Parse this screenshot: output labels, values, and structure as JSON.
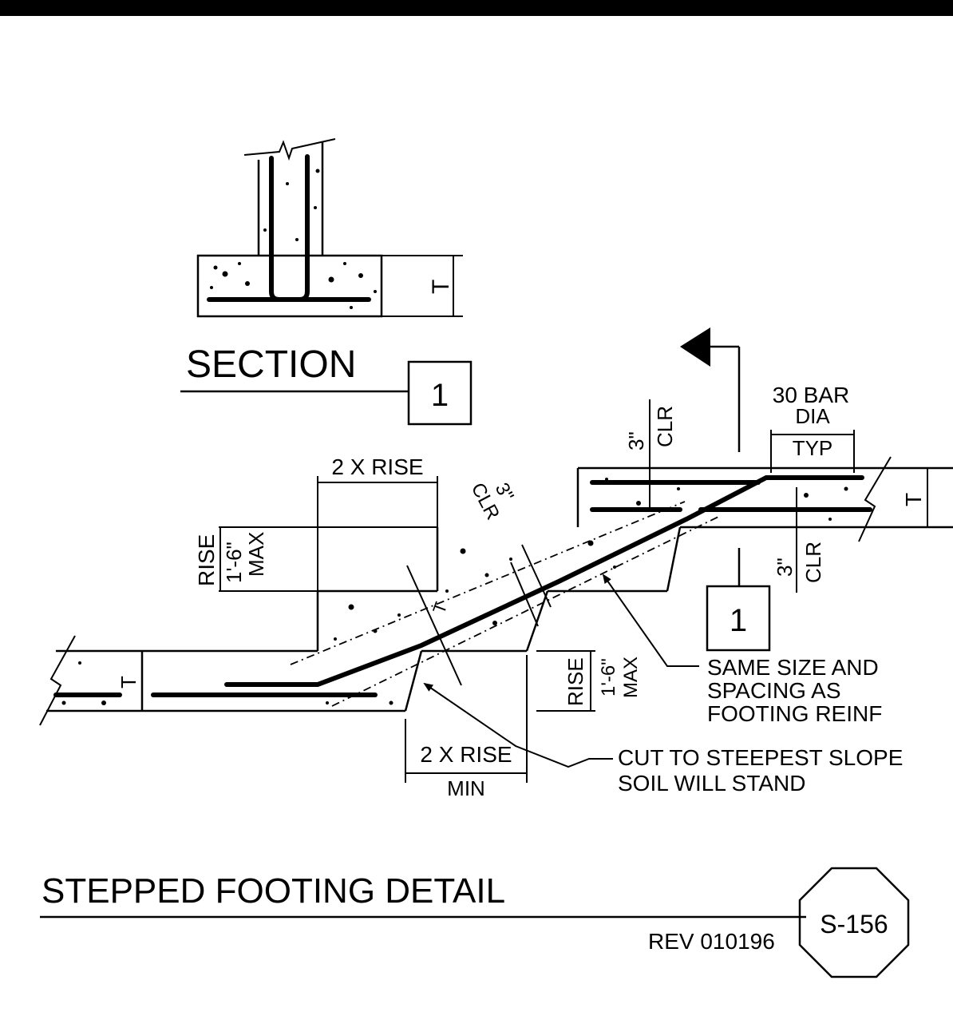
{
  "labels": {
    "section_word": "SECTION",
    "section_number": "1",
    "section_number_right": "1",
    "t_section": "T",
    "t_right": "T",
    "t_left": "T",
    "t_diag": "T",
    "bar_dia_line1": "30 BAR",
    "bar_dia_line2": "DIA",
    "typ": "TYP",
    "clr_top_num": "3\"",
    "clr_top_word": "CLR",
    "clr_bottom_num": "3\"",
    "clr_bottom_word": "CLR",
    "clr_diag_num": "3\"",
    "clr_diag_word": "CLR",
    "two_x_rise_top": "2 X RISE",
    "rise_left": "RISE",
    "rise_left_dim": "1'-6\"",
    "rise_left_max": "MAX",
    "rise_right": "RISE",
    "rise_right_dim": "1'-6\"",
    "rise_right_max": "MAX",
    "two_x_rise_bottom": "2 X RISE",
    "min": "MIN",
    "note_reinf_line1": "SAME SIZE AND",
    "note_reinf_line2": "SPACING AS",
    "note_reinf_line3": "FOOTING REINF",
    "note_cut_line1": "CUT TO STEEPEST SLOPE",
    "note_cut_line2": "SOIL WILL STAND"
  },
  "title": "STEPPED FOOTING DETAIL",
  "revision": "REV 010196",
  "sheet_id": "S-156"
}
